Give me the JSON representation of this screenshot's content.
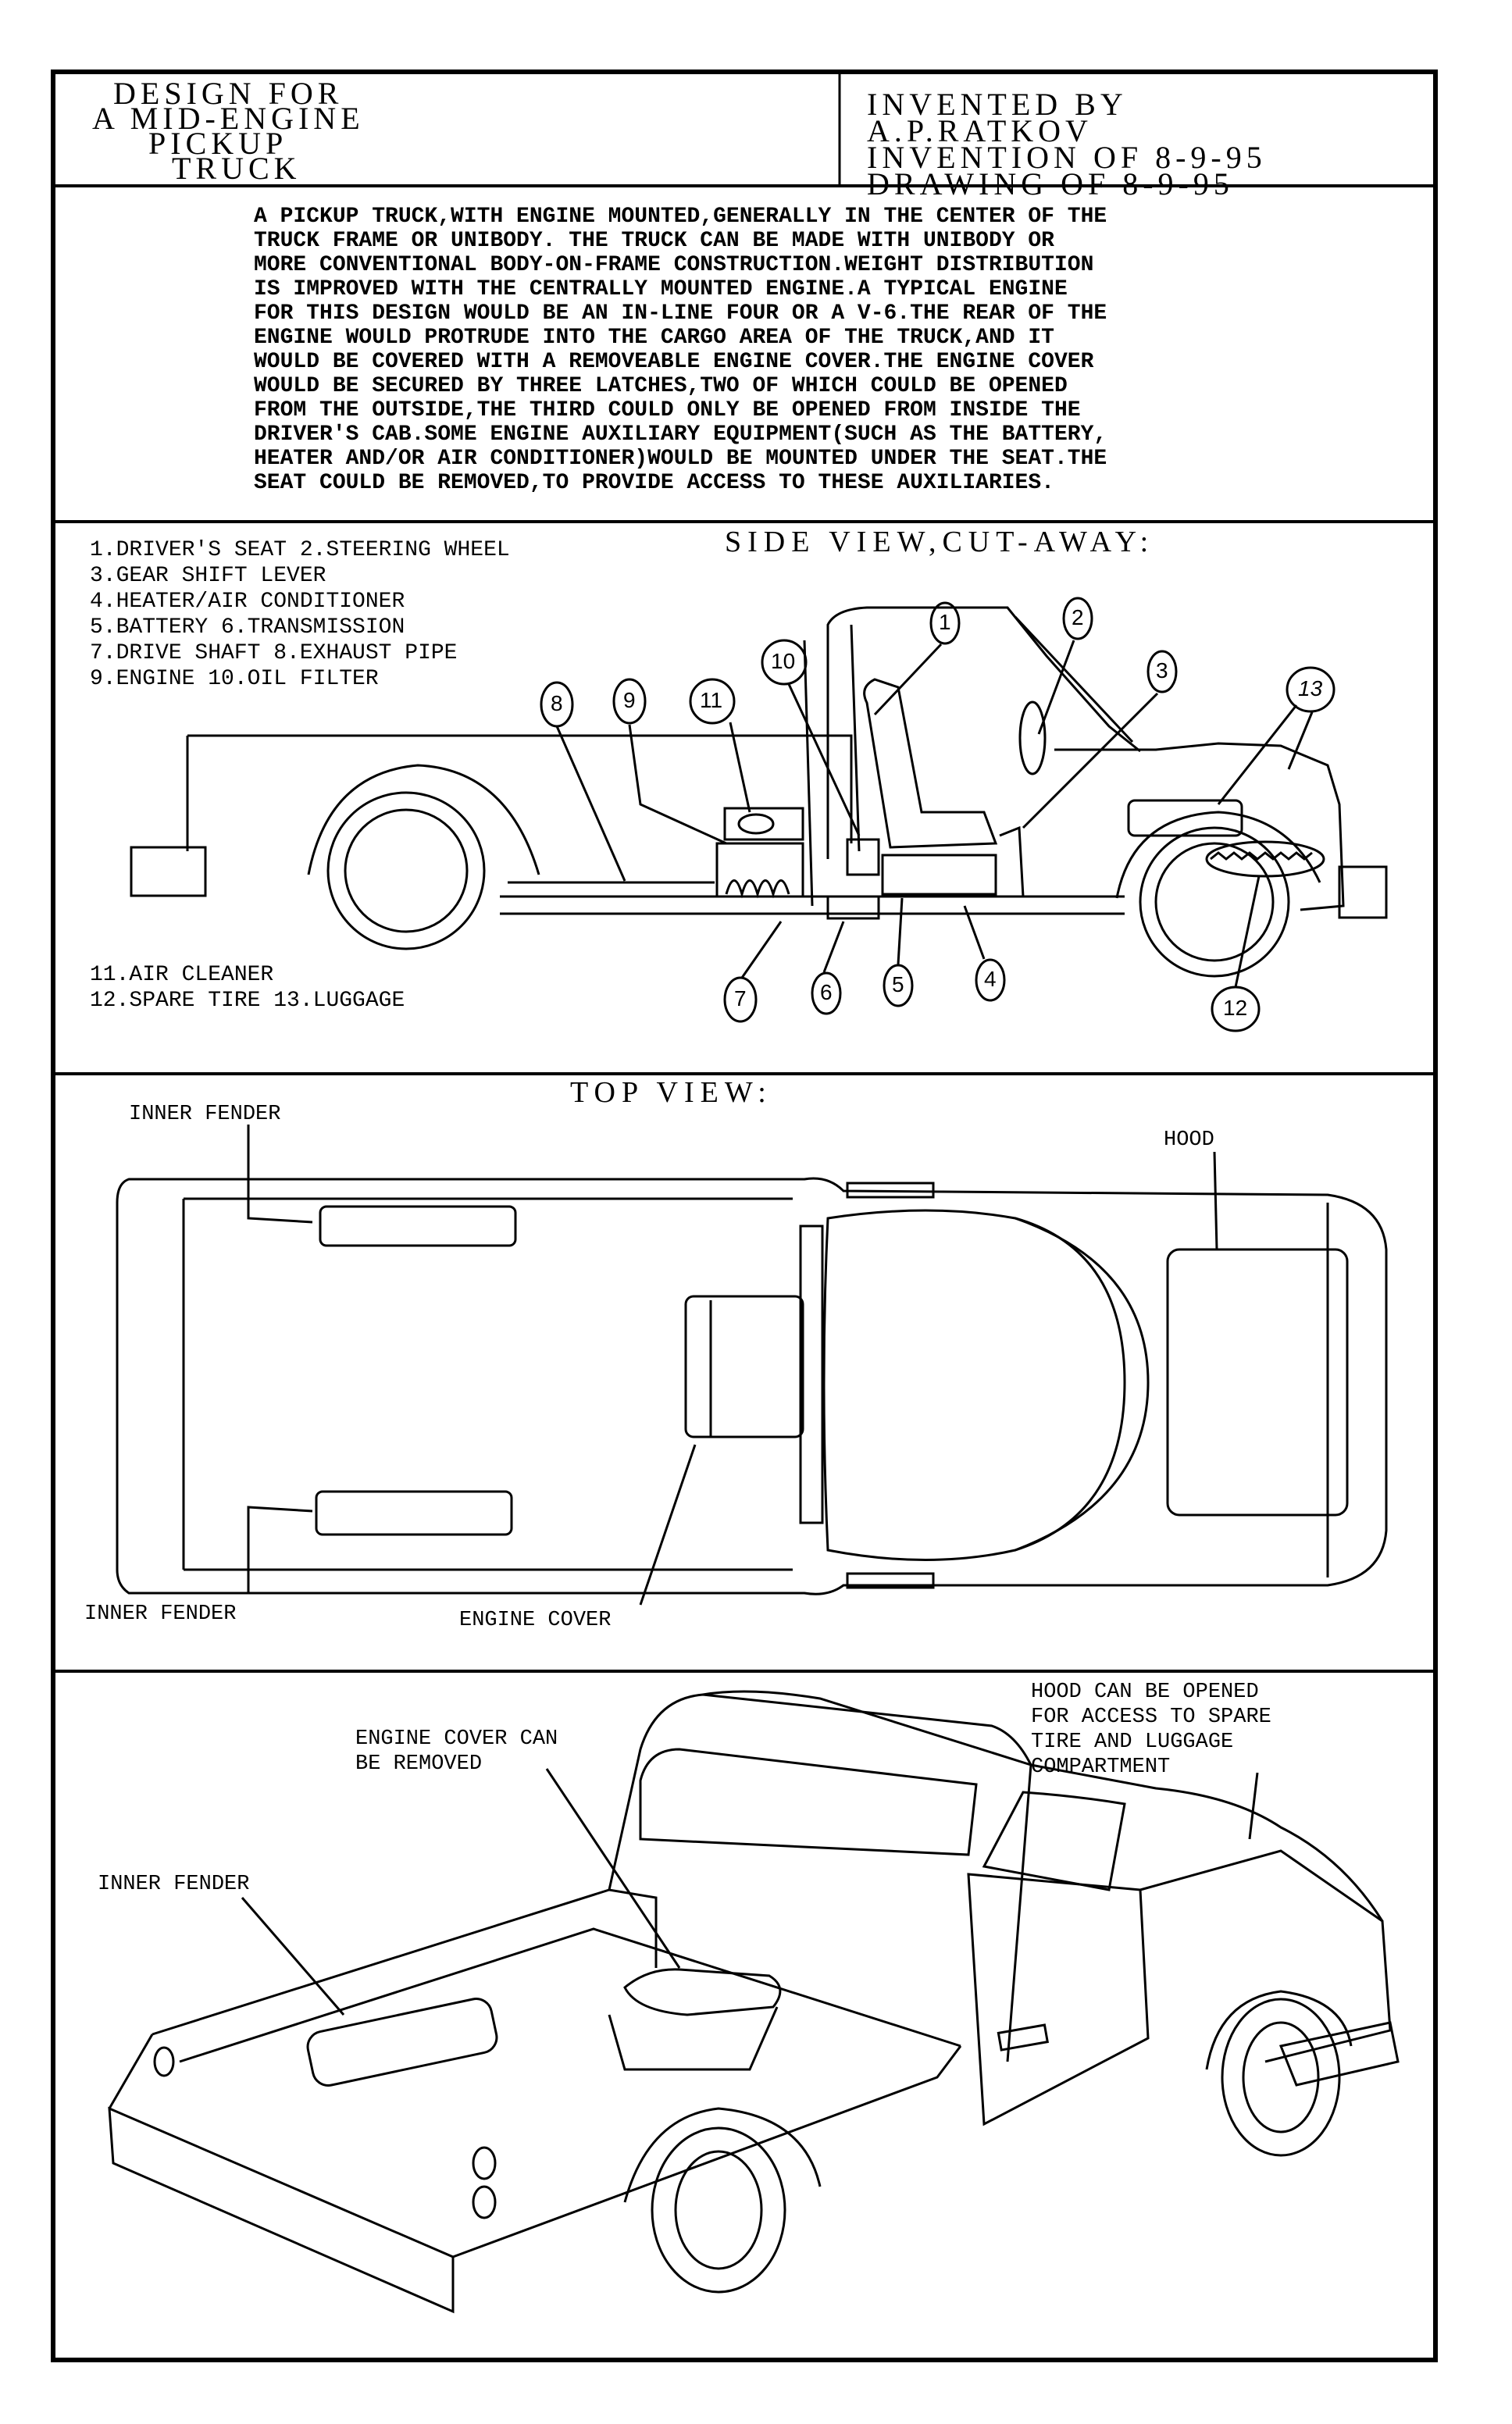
{
  "header": {
    "title_lines": [
      "DESIGN FOR",
      "A MID-ENGINE",
      "PICKUP",
      "TRUCK"
    ],
    "invented_label": "INVENTED BY",
    "inventor": "A.P.RATKOV",
    "invention_date": "INVENTION OF 8-9-95",
    "drawing_date": "DRAWING OF 8-9-95"
  },
  "description_lines": [
    "A PICKUP TRUCK,WITH ENGINE MOUNTED,GENERALLY IN THE CENTER OF THE",
    "TRUCK FRAME OR UNIBODY. THE TRUCK CAN BE MADE WITH UNIBODY OR",
    "MORE CONVENTIONAL BODY-ON-FRAME CONSTRUCTION.WEIGHT DISTRIBUTION",
    "IS IMPROVED WITH THE CENTRALLY MOUNTED ENGINE.A TYPICAL ENGINE",
    "FOR THIS DESIGN WOULD BE AN IN-LINE FOUR OR A V-6.THE REAR OF THE",
    "ENGINE WOULD PROTRUDE INTO THE CARGO AREA OF THE TRUCK,AND IT",
    "WOULD BE COVERED WITH A REMOVEABLE ENGINE COVER.THE ENGINE COVER",
    "WOULD BE SECURED BY THREE LATCHES,TWO OF WHICH COULD BE OPENED",
    "FROM THE OUTSIDE,THE THIRD COULD ONLY BE OPENED FROM INSIDE THE",
    "DRIVER'S CAB.SOME ENGINE AUXILIARY EQUIPMENT(SUCH AS THE BATTERY,",
    "HEATER AND/OR AIR CONDITIONER)WOULD BE MOUNTED UNDER THE SEAT.THE",
    "SEAT COULD BE REMOVED,TO PROVIDE ACCESS TO THESE AUXILIARIES."
  ],
  "side_view": {
    "title": "SIDE VIEW,CUT-AWAY:",
    "legend_top": [
      "1.DRIVER'S SEAT 2.STEERING WHEEL",
      "3.GEAR SHIFT LEVER",
      "4.HEATER/AIR CONDITIONER",
      "5.BATTERY 6.TRANSMISSION",
      "7.DRIVE SHAFT 8.EXHAUST PIPE",
      "9.ENGINE 10.OIL FILTER"
    ],
    "legend_bottom": [
      "11.AIR CLEANER",
      "12.SPARE TIRE 13.LUGGAGE"
    ],
    "callouts": [
      "1",
      "2",
      "3",
      "4",
      "5",
      "6",
      "7",
      "8",
      "9",
      "10",
      "11",
      "12",
      "13"
    ]
  },
  "top_view": {
    "title": "TOP VIEW:",
    "label_inner_fender_top": "INNER FENDER",
    "label_inner_fender_bottom": "INNER FENDER",
    "label_engine_cover": "ENGINE COVER",
    "label_hood": "HOOD"
  },
  "perspective_view": {
    "label_engine_cover": [
      "ENGINE COVER CAN",
      "BE REMOVED"
    ],
    "label_inner_fender": "INNER FENDER",
    "label_hood": [
      "HOOD CAN BE OPENED",
      "FOR ACCESS TO SPARE",
      "TIRE AND LUGGAGE",
      "COMPARTMENT"
    ]
  }
}
